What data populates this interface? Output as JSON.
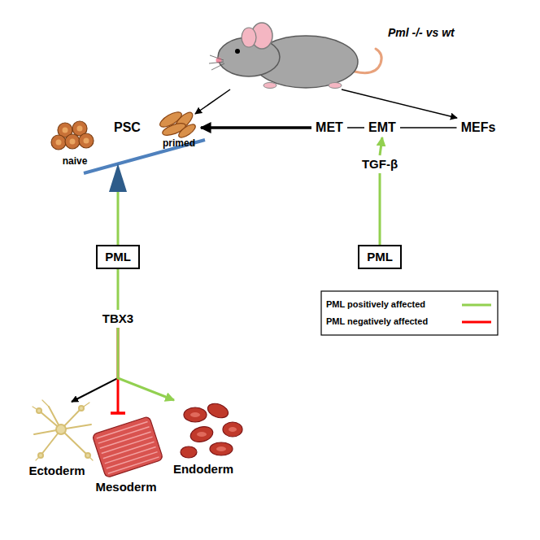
{
  "diagram": {
    "nodes": [
      {
        "text": [
          "Pml -/- vs wt"
        ]
      },
      {
        "text": [
          "PSC"
        ]
      },
      {
        "text": [
          "MET"
        ]
      },
      {
        "text": [
          "EMT"
        ]
      },
      {
        "text": [
          "MEFs"
        ]
      },
      {
        "text": [
          "TGF-β"
        ]
      },
      {
        "text": [
          "PML"
        ]
      },
      {
        "text": [
          "PML"
        ]
      },
      {
        "text": [
          "TBX3"
        ]
      },
      {
        "text": [
          "Ectoderm"
        ]
      },
      {
        "text": [
          "Mesoderm"
        ]
      },
      {
        "text": [
          "Endoderm"
        ]
      }
    ],
    "edges": [
      {
        "from": 0,
        "to": 1,
        "arrow": "to"
      },
      {
        "from": 0,
        "to": 4,
        "arrow": "to"
      },
      {
        "from": 2,
        "to": 1,
        "arrow": "to"
      },
      {
        "from": 2,
        "to": 3,
        "arrow": "none"
      },
      {
        "from": 3,
        "to": 4,
        "arrow": "none"
      },
      {
        "from": 5,
        "to": 3,
        "arrow": "to"
      },
      {
        "from": 7,
        "to": 5,
        "arrow": "none"
      },
      {
        "from": 6,
        "to": 8,
        "arrow": "none"
      },
      {
        "from": 8,
        "to": 9,
        "arrow": "to"
      },
      {
        "from": 8,
        "to": 10,
        "arrow": "to"
      },
      {
        "from": 8,
        "to": 11,
        "arrow": "to"
      }
    ],
    "labels": [
      "naive",
      "primed"
    ],
    "legend": [
      {
        "text": "PML positively affected"
      },
      {
        "text": "PML negatively affected"
      }
    ]
  }
}
